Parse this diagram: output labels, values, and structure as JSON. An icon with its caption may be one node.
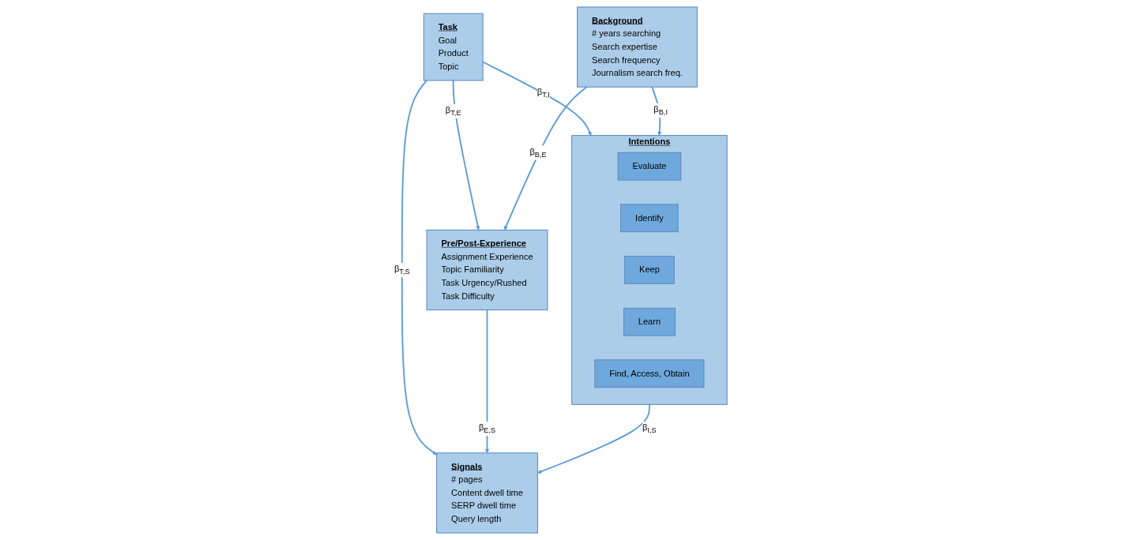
{
  "diagram": {
    "nodes": [
      {
        "text": [
          "Task",
          "Goal",
          "Product",
          "Topic"
        ]
      },
      {
        "text": [
          "Background",
          "# years searching",
          "Search expertise",
          "Search frequency",
          "Journalism search freq."
        ]
      },
      {
        "text": [
          "Intentions"
        ]
      },
      {
        "text": [
          "Evaluate"
        ],
        "in": 2
      },
      {
        "text": [
          "Identify"
        ],
        "in": 2
      },
      {
        "text": [
          "Keep"
        ],
        "in": 2
      },
      {
        "text": [
          "Learn"
        ],
        "in": 2
      },
      {
        "text": [
          "Find, Access, Obtain"
        ],
        "in": 2
      },
      {
        "text": [
          "Pre/Post-Experience",
          "Assignment Experience",
          "Topic Familiarity",
          "Task Urgency/Rushed",
          "Task Difficulty"
        ]
      },
      {
        "text": [
          "Signals",
          "# pages",
          "Content dwell time",
          "SERP dwell time",
          "Query length"
        ]
      }
    ],
    "edges": [
      {
        "from": 0,
        "to": 2,
        "arrow": "to",
        "label": "β$_{T,I}$"
      },
      {
        "from": 1,
        "to": 2,
        "arrow": "to",
        "label": "β$_{B,I}$"
      },
      {
        "from": 0,
        "to": 9,
        "arrow": "to",
        "label": "β$_{T,S}$"
      },
      {
        "from": 0,
        "to": 8,
        "arrow": "to",
        "label": "β$_{T,E}$"
      },
      {
        "from": 1,
        "to": 8,
        "arrow": "to",
        "label": "β$_{B,E}$"
      },
      {
        "from": 2,
        "to": 9,
        "arrow": "to",
        "label": "β$_{I,S}$"
      },
      {
        "from": 8,
        "to": 9,
        "arrow": "to",
        "label": "β$_{E,S}$"
      }
    ]
  }
}
